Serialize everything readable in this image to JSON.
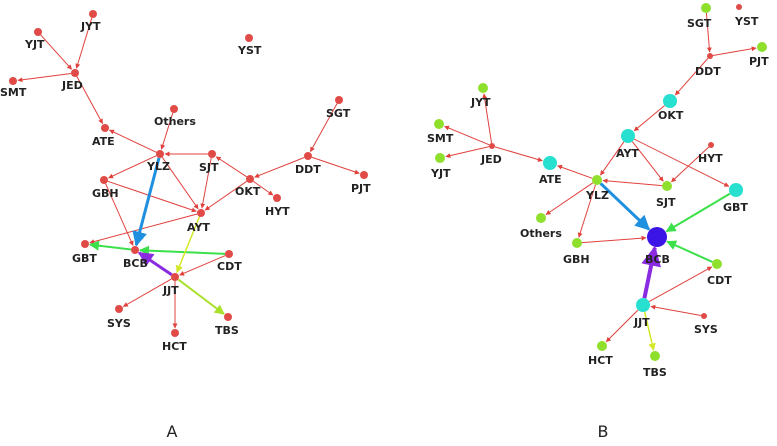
{
  "colors": {
    "edge_default": "#e0413d",
    "node_red": "#e04b47",
    "node_green": "#8ee02c",
    "node_cyan": "#28e0d0",
    "node_blue": "#3b14e6",
    "edge_blue": "#1f8fe0",
    "edge_green": "#3be04a",
    "edge_purple": "#8a2be2",
    "edge_yellow": "#d4e82a",
    "edge_yellowgreen": "#a8e02a"
  },
  "panels": [
    {
      "id": "A",
      "label": "A",
      "nodes": [
        {
          "id": "YJT",
          "label": "YJT",
          "color": "red",
          "size": 4
        },
        {
          "id": "JYT",
          "label": "JYT",
          "color": "red",
          "size": 4
        },
        {
          "id": "JED",
          "label": "JED",
          "color": "red",
          "size": 4
        },
        {
          "id": "SMT",
          "label": "SMT",
          "color": "red",
          "size": 4
        },
        {
          "id": "YST",
          "label": "YST",
          "color": "red",
          "size": 4
        },
        {
          "id": "Others",
          "label": "Others",
          "color": "red",
          "size": 4
        },
        {
          "id": "ATE",
          "label": "ATE",
          "color": "red",
          "size": 4
        },
        {
          "id": "YLZ",
          "label": "YLZ",
          "color": "red",
          "size": 4
        },
        {
          "id": "SJT",
          "label": "SJT",
          "color": "red",
          "size": 4
        },
        {
          "id": "SGT",
          "label": "SGT",
          "color": "red",
          "size": 4
        },
        {
          "id": "DDT",
          "label": "DDT",
          "color": "red",
          "size": 4
        },
        {
          "id": "OKT",
          "label": "OKT",
          "color": "red",
          "size": 4
        },
        {
          "id": "PJT",
          "label": "PJT",
          "color": "red",
          "size": 4
        },
        {
          "id": "HYT",
          "label": "HYT",
          "color": "red",
          "size": 4
        },
        {
          "id": "GBH",
          "label": "GBH",
          "color": "red",
          "size": 4
        },
        {
          "id": "AYT",
          "label": "AYT",
          "color": "red",
          "size": 4
        },
        {
          "id": "GBT",
          "label": "GBT",
          "color": "red",
          "size": 4
        },
        {
          "id": "BCB",
          "label": "BCB",
          "color": "red",
          "size": 4
        },
        {
          "id": "CDT",
          "label": "CDT",
          "color": "red",
          "size": 4
        },
        {
          "id": "JJT",
          "label": "JJT",
          "color": "red",
          "size": 4
        },
        {
          "id": "SYS",
          "label": "SYS",
          "color": "red",
          "size": 4
        },
        {
          "id": "HCT",
          "label": "HCT",
          "color": "red",
          "size": 4
        },
        {
          "id": "TBS",
          "label": "TBS",
          "color": "red",
          "size": 4
        }
      ],
      "edges": [
        {
          "source": "JYT",
          "target": "JED",
          "color": "edge_default",
          "width": 1
        },
        {
          "source": "YJT",
          "target": "JED",
          "color": "edge_default",
          "width": 1
        },
        {
          "source": "JED",
          "target": "SMT",
          "color": "edge_default",
          "width": 1
        },
        {
          "source": "JED",
          "target": "ATE",
          "color": "edge_default",
          "width": 1
        },
        {
          "source": "YLZ",
          "target": "ATE",
          "color": "edge_default",
          "width": 1
        },
        {
          "source": "Others",
          "target": "YLZ",
          "color": "edge_default",
          "width": 1
        },
        {
          "source": "YLZ",
          "target": "GBH",
          "color": "edge_default",
          "width": 1
        },
        {
          "source": "YLZ",
          "target": "AYT",
          "color": "edge_default",
          "width": 1
        },
        {
          "source": "SJT",
          "target": "YLZ",
          "color": "edge_default",
          "width": 1
        },
        {
          "source": "SJT",
          "target": "AYT",
          "color": "edge_default",
          "width": 1
        },
        {
          "source": "OKT",
          "target": "SJT",
          "color": "edge_default",
          "width": 1
        },
        {
          "source": "OKT",
          "target": "AYT",
          "color": "edge_default",
          "width": 1
        },
        {
          "source": "DDT",
          "target": "OKT",
          "color": "edge_default",
          "width": 1
        },
        {
          "source": "SGT",
          "target": "DDT",
          "color": "edge_default",
          "width": 1
        },
        {
          "source": "DDT",
          "target": "PJT",
          "color": "edge_default",
          "width": 1
        },
        {
          "source": "OKT",
          "target": "HYT",
          "color": "edge_default",
          "width": 1
        },
        {
          "source": "GBH",
          "target": "AYT",
          "color": "edge_default",
          "width": 1
        },
        {
          "source": "GBH",
          "target": "BCB",
          "color": "edge_default",
          "width": 1
        },
        {
          "source": "AYT",
          "target": "GBT",
          "color": "edge_default",
          "width": 1
        },
        {
          "source": "YLZ",
          "target": "BCB",
          "color": "edge_blue",
          "width": 3
        },
        {
          "source": "BCB",
          "target": "GBT",
          "color": "edge_green",
          "width": 2
        },
        {
          "source": "CDT",
          "target": "BCB",
          "color": "edge_green",
          "width": 2
        },
        {
          "source": "JJT",
          "target": "BCB",
          "color": "edge_purple",
          "width": 3
        },
        {
          "source": "AYT",
          "target": "JJT",
          "color": "edge_yellow",
          "width": 1.5
        },
        {
          "source": "CDT",
          "target": "JJT",
          "color": "edge_default",
          "width": 1
        },
        {
          "source": "JJT",
          "target": "SYS",
          "color": "edge_default",
          "width": 1
        },
        {
          "source": "JJT",
          "target": "HCT",
          "color": "edge_default",
          "width": 1
        },
        {
          "source": "JJT",
          "target": "TBS",
          "color": "edge_yellowgreen",
          "width": 2
        }
      ]
    },
    {
      "id": "B",
      "label": "B",
      "nodes": [
        {
          "id": "SGT",
          "label": "SGT",
          "color": "green",
          "size": 5
        },
        {
          "id": "YST",
          "label": "YST",
          "color": "red",
          "size": 3
        },
        {
          "id": "DDT",
          "label": "DDT",
          "color": "red",
          "size": 3
        },
        {
          "id": "PJT",
          "label": "PJT",
          "color": "green",
          "size": 5
        },
        {
          "id": "OKT",
          "label": "OKT",
          "color": "cyan",
          "size": 7
        },
        {
          "id": "JYT",
          "label": "JYT",
          "color": "green",
          "size": 5
        },
        {
          "id": "SMT",
          "label": "SMT",
          "color": "green",
          "size": 5
        },
        {
          "id": "JED",
          "label": "JED",
          "color": "red",
          "size": 3
        },
        {
          "id": "YJT",
          "label": "YJT",
          "color": "green",
          "size": 5
        },
        {
          "id": "ATE",
          "label": "ATE",
          "color": "cyan",
          "size": 7
        },
        {
          "id": "AYT",
          "label": "AYT",
          "color": "cyan",
          "size": 7
        },
        {
          "id": "HYT",
          "label": "HYT",
          "color": "red",
          "size": 3
        },
        {
          "id": "YLZ",
          "label": "YLZ",
          "color": "green",
          "size": 5
        },
        {
          "id": "SJT",
          "label": "SJT",
          "color": "green",
          "size": 5
        },
        {
          "id": "GBT",
          "label": "GBT",
          "color": "cyan",
          "size": 7
        },
        {
          "id": "Others",
          "label": "Others",
          "color": "green",
          "size": 5
        },
        {
          "id": "GBH",
          "label": "GBH",
          "color": "green",
          "size": 5
        },
        {
          "id": "BCB",
          "label": "BCB",
          "color": "blue",
          "size": 10
        },
        {
          "id": "CDT",
          "label": "CDT",
          "color": "green",
          "size": 5
        },
        {
          "id": "JJT",
          "label": "JJT",
          "color": "cyan",
          "size": 7
        },
        {
          "id": "SYS",
          "label": "SYS",
          "color": "red",
          "size": 3
        },
        {
          "id": "HCT",
          "label": "HCT",
          "color": "green",
          "size": 5
        },
        {
          "id": "TBS",
          "label": "TBS",
          "color": "green",
          "size": 5
        }
      ],
      "edges": [
        {
          "source": "SGT",
          "target": "DDT",
          "color": "edge_default",
          "width": 1
        },
        {
          "source": "DDT",
          "target": "PJT",
          "color": "edge_default",
          "width": 1
        },
        {
          "source": "DDT",
          "target": "OKT",
          "color": "edge_default",
          "width": 1
        },
        {
          "source": "OKT",
          "target": "AYT",
          "color": "edge_default",
          "width": 1
        },
        {
          "source": "JED",
          "target": "JYT",
          "color": "edge_default",
          "width": 1
        },
        {
          "source": "JED",
          "target": "SMT",
          "color": "edge_default",
          "width": 1
        },
        {
          "source": "JED",
          "target": "YJT",
          "color": "edge_default",
          "width": 1
        },
        {
          "source": "JED",
          "target": "ATE",
          "color": "edge_default",
          "width": 1
        },
        {
          "source": "YLZ",
          "target": "ATE",
          "color": "edge_default",
          "width": 1
        },
        {
          "source": "AYT",
          "target": "YLZ",
          "color": "edge_default",
          "width": 1
        },
        {
          "source": "AYT",
          "target": "SJT",
          "color": "edge_default",
          "width": 1
        },
        {
          "source": "AYT",
          "target": "GBT",
          "color": "edge_default",
          "width": 1
        },
        {
          "source": "HYT",
          "target": "SJT",
          "color": "edge_default",
          "width": 1
        },
        {
          "source": "SJT",
          "target": "YLZ",
          "color": "edge_default",
          "width": 1
        },
        {
          "source": "YLZ",
          "target": "Others",
          "color": "edge_default",
          "width": 1
        },
        {
          "source": "YLZ",
          "target": "GBH",
          "color": "edge_default",
          "width": 1
        },
        {
          "source": "YLZ",
          "target": "BCB",
          "color": "edge_blue",
          "width": 3
        },
        {
          "source": "GBT",
          "target": "BCB",
          "color": "edge_green",
          "width": 2
        },
        {
          "source": "GBH",
          "target": "BCB",
          "color": "edge_default",
          "width": 1
        },
        {
          "source": "CDT",
          "target": "BCB",
          "color": "edge_green",
          "width": 2
        },
        {
          "source": "JJT",
          "target": "BCB",
          "color": "edge_purple",
          "width": 4
        },
        {
          "source": "JJT",
          "target": "CDT",
          "color": "edge_default",
          "width": 1
        },
        {
          "source": "SYS",
          "target": "JJT",
          "color": "edge_default",
          "width": 1
        },
        {
          "source": "JJT",
          "target": "HCT",
          "color": "edge_default",
          "width": 1
        },
        {
          "source": "JJT",
          "target": "TBS",
          "color": "edge_yellow",
          "width": 1.5
        }
      ]
    }
  ]
}
